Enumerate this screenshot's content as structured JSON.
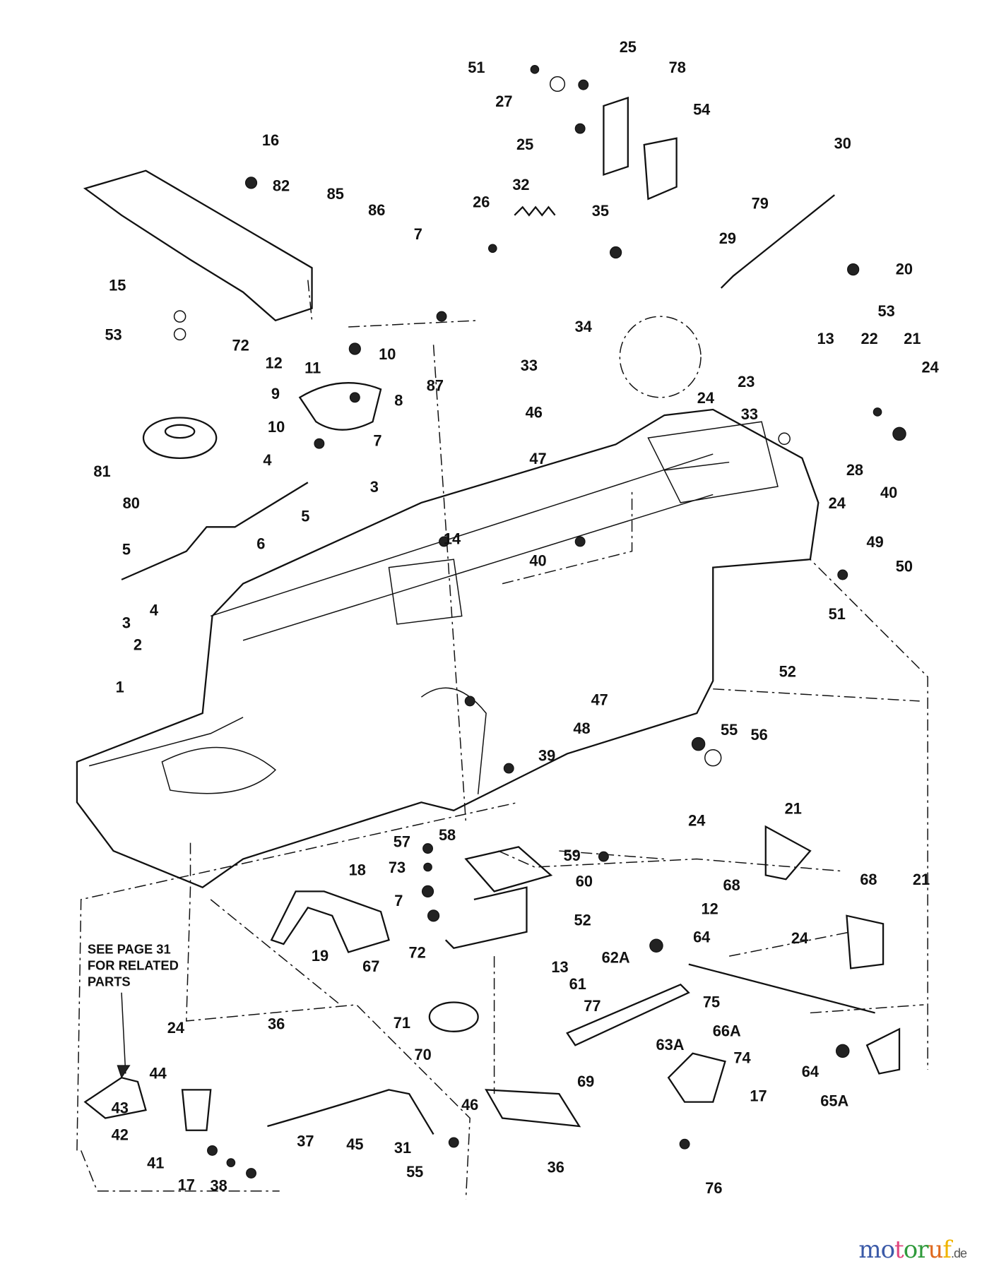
{
  "callouts": [
    "51",
    "25",
    "78",
    "27",
    "25",
    "54",
    "16",
    "82",
    "30",
    "79",
    "85",
    "86",
    "7",
    "26",
    "32",
    "35",
    "29",
    "15",
    "20",
    "53",
    "22",
    "53",
    "72",
    "12",
    "11",
    "10",
    "34",
    "33",
    "87",
    "13",
    "21",
    "24",
    "23",
    "24",
    "9",
    "8",
    "46",
    "33",
    "28",
    "40",
    "24",
    "10",
    "7",
    "81",
    "4",
    "47",
    "3",
    "80",
    "5",
    "6",
    "40",
    "49",
    "50",
    "5",
    "14",
    "4",
    "3",
    "51",
    "2",
    "1",
    "52",
    "47",
    "48",
    "55",
    "56",
    "39",
    "24",
    "21",
    "57",
    "58",
    "59",
    "73",
    "60",
    "68",
    "68",
    "21",
    "18",
    "7",
    "52",
    "12",
    "24",
    "64",
    "62A",
    "19",
    "72",
    "13",
    "67",
    "61",
    "77",
    "71",
    "75",
    "66A",
    "36",
    "24",
    "63A",
    "70",
    "74",
    "64",
    "65A",
    "44",
    "69",
    "46",
    "17",
    "43",
    "42",
    "45",
    "37",
    "31",
    "55",
    "36",
    "41",
    "17",
    "38",
    "76"
  ],
  "note": [
    "SEE PAGE 31",
    "FOR RELATED",
    "PARTS"
  ],
  "watermark": {
    "brand": "motoruf",
    "tld": ".de",
    "colors": [
      "#3b5aa8",
      "#e0477f",
      "#2f9a3b",
      "#e06a1f",
      "#f0b400"
    ]
  }
}
